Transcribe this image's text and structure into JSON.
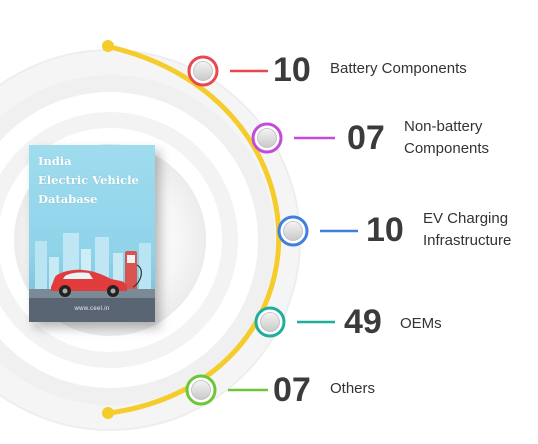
{
  "book": {
    "title_lines": [
      "India",
      "Electric Vehicle",
      "Database"
    ],
    "url": "www.ceel.in"
  },
  "items": [
    {
      "value": "10",
      "label_lines": [
        "Battery Components"
      ],
      "color": "#e8494f"
    },
    {
      "value": "07",
      "label_lines": [
        "Non-battery",
        "Components"
      ],
      "color": "#c24bd9"
    },
    {
      "value": "10",
      "label_lines": [
        "EV Charging",
        "Infrastructure"
      ],
      "color": "#3e7fe0"
    },
    {
      "value": "49",
      "label_lines": [
        "OEMs"
      ],
      "color": "#1fae9b"
    },
    {
      "value": "07",
      "label_lines": [
        "Others"
      ],
      "color": "#6cc63a"
    }
  ],
  "colors": {
    "arc": "#f5cc2b",
    "text": "#3b3b3b"
  }
}
